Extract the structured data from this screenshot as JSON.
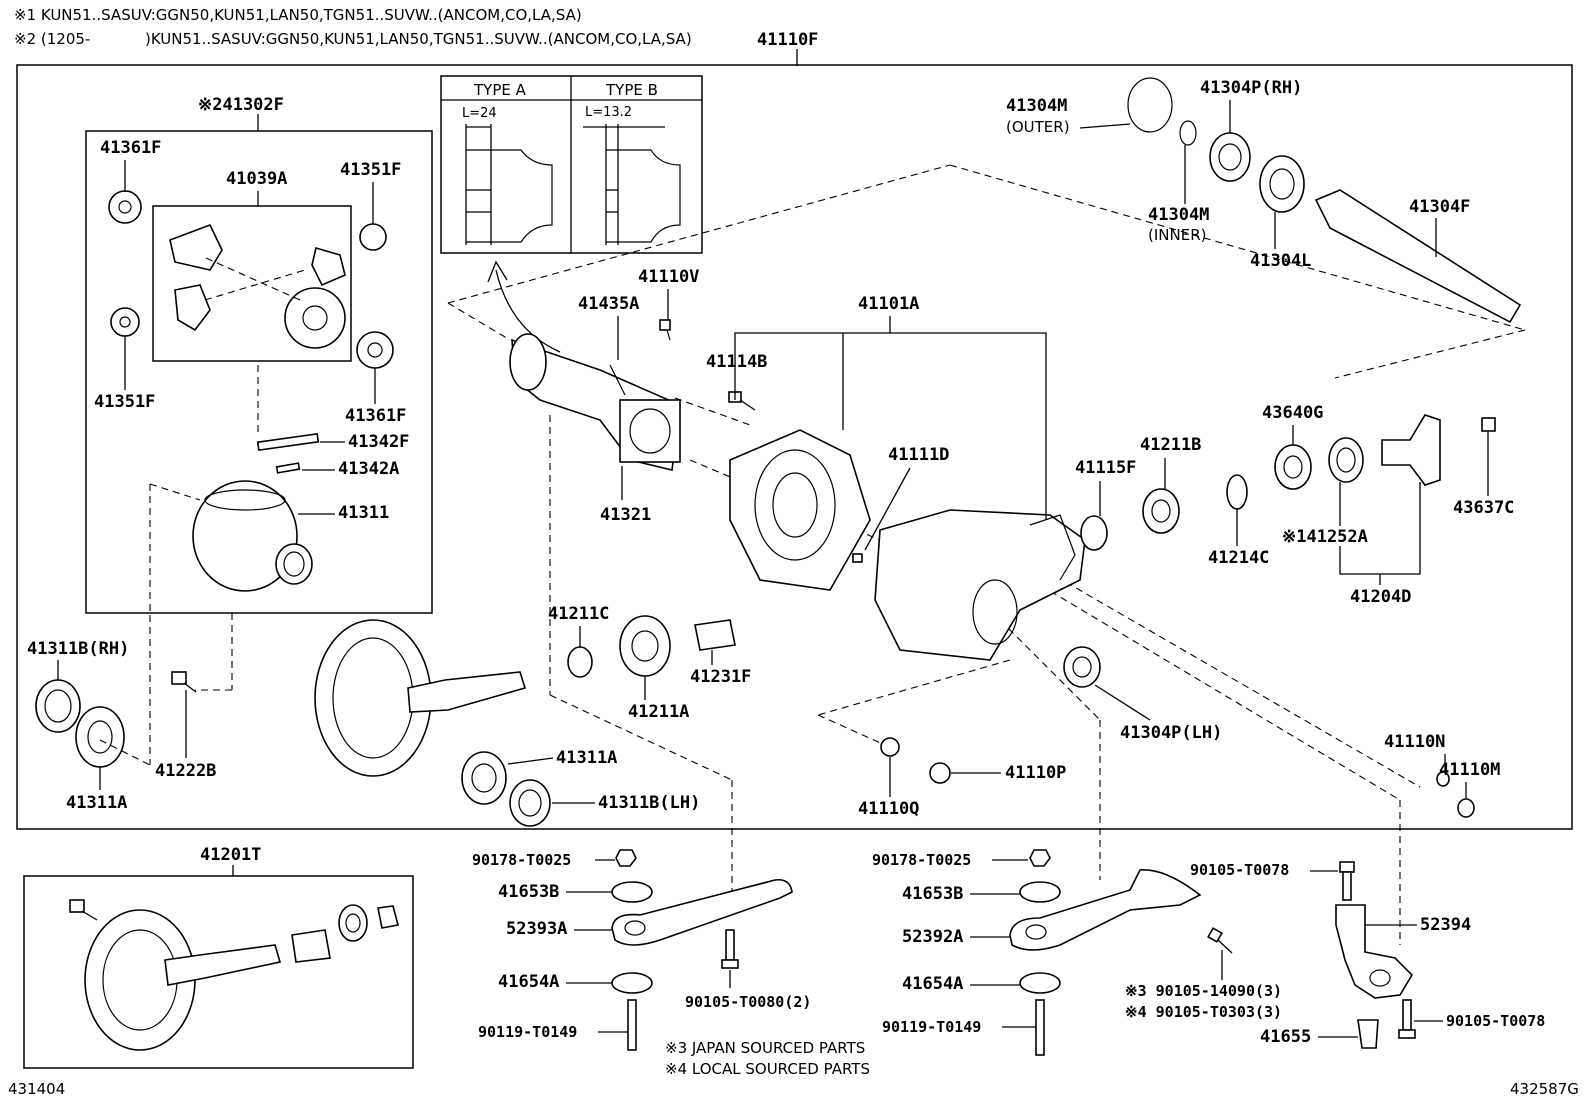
{
  "header": {
    "note1": "※1 KUN51..SASUV:GGN50,KUN51,LAN50,TGN51..SUVW..(ANCOM,CO,LA,SA)",
    "note2_prefix": "※2 (1205-",
    "note2_rest": ")KUN51..SASUV:GGN50,KUN51,LAN50,TGN51..SUVW..(ANCOM,CO,LA,SA)",
    "assembly": "41110F"
  },
  "type_box": {
    "type_a": "TYPE A",
    "type_b": "TYPE B",
    "dim_a": "L=24",
    "dim_b": "L=13.2"
  },
  "labels": {
    "p41302F": "※241302F",
    "p41361F_top": "41361F",
    "p41039A": "41039A",
    "p41351F_top": "41351F",
    "p41351F_bot": "41351F",
    "p41361F_bot": "41361F",
    "p41342F": "41342F",
    "p41342A": "41342A",
    "p41311": "41311",
    "p41311B_RH": "41311B(RH)",
    "p41311A_left": "41311A",
    "p41222B": "41222B",
    "p41311A_mid": "41311A",
    "p41311B_LH": "41311B(LH)",
    "p41435A": "41435A",
    "p41110V": "41110V",
    "p41321": "41321",
    "p41211C": "41211C",
    "p41211A": "41211A",
    "p41231F": "41231F",
    "p41101A": "41101A",
    "p41114B": "41114B",
    "p41111D": "41111D",
    "p41304M_outer": "41304M",
    "outer": "(OUTER)",
    "p41304M_inner": "41304M",
    "inner": "(INNER)",
    "p41304P_RH": "41304P(RH)",
    "p41304L": "41304L",
    "p41304F": "41304F",
    "p43640G": "43640G",
    "p43637C": "43637C",
    "p41211B": "41211B",
    "p41115F": "41115F",
    "p41214C": "41214C",
    "p41252A": "※141252A",
    "p41204D": "41204D",
    "p41304P_LH": "41304P(LH)",
    "p41110N": "41110N",
    "p41110M": "41110M",
    "p41110Q": "41110Q",
    "p41110P": "41110P",
    "p41201T": "41201T",
    "p90178_1": "90178-T0025",
    "p41653B_1": "41653B",
    "p52393A": "52393A",
    "p41654A_1": "41654A",
    "p90119_1": "90119-T0149",
    "p90105_T0080": "90105-T0080(2)",
    "p90178_2": "90178-T0025",
    "p41653B_2": "41653B",
    "p52392A": "52392A",
    "p41654A_2": "41654A",
    "p90119_2": "90119-T0149",
    "p90105_T0078_top": "90105-T0078",
    "p52394": "52394",
    "p90105_14090": "※3 90105-14090(3)",
    "p90105_T0303": "※4 90105-T0303(3)",
    "p41655": "41655",
    "p90105_T0078_bot": "90105-T0078"
  },
  "footnotes": {
    "note3": "※3 JAPAN SOURCED PARTS",
    "note4": "※4 LOCAL SOURCED PARTS"
  },
  "codes": {
    "left": "431404",
    "right": "432587G"
  }
}
